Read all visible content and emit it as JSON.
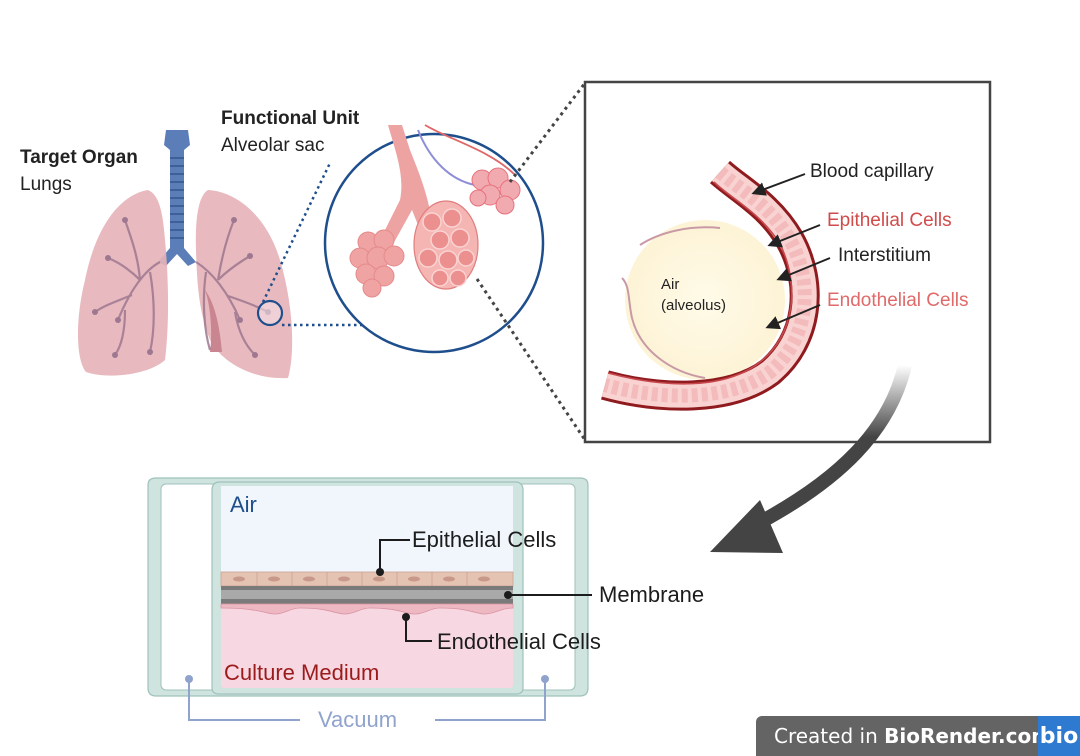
{
  "organ": {
    "title": "Target Organ",
    "name": "Lungs"
  },
  "unit": {
    "title": "Functional Unit",
    "name": "Alveolar sac"
  },
  "detail": {
    "air_line1": "Air",
    "air_line2": "(alveolus)",
    "labels": {
      "blood_capillary": "Blood capillary",
      "epithelial": "Epithelial Cells",
      "interstitium": "Interstitium",
      "endothelial": "Endothelial Cells"
    }
  },
  "model": {
    "air": "Air",
    "epithelial": "Epithelial Cells",
    "membrane": "Membrane",
    "endothelial": "Endothelial Cells",
    "medium": "Culture Medium",
    "vacuum": "Vacuum"
  },
  "colors": {
    "blue_label": "#1f4e8c",
    "red_label": "#d24b4b",
    "dark_red_label": "#9b1b1b",
    "vacuum": "#8fa3cc",
    "chamber": "#cfe3df"
  },
  "badge": {
    "prefix": "Created in ",
    "brand": "BioRender.com",
    "logo": "bio"
  }
}
